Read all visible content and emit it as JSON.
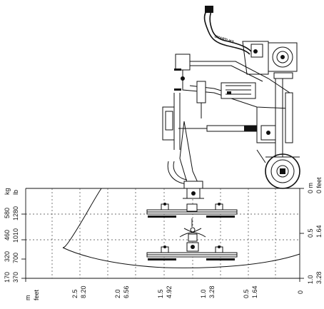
{
  "x_axis": {
    "unit_m": "m",
    "unit_ft": "feet",
    "ticks": [
      {
        "m": "2.5",
        "ft": "8.20"
      },
      {
        "m": "2.0",
        "ft": "6.56"
      },
      {
        "m": "1.5",
        "ft": "4.92"
      },
      {
        "m": "1.0",
        "ft": "3.28"
      },
      {
        "m": "0.5",
        "ft": "1.64"
      },
      {
        "m": "0",
        "ft": ""
      }
    ]
  },
  "y_axis_left": {
    "unit_kg": "kg",
    "unit_lb": "lb",
    "ticks": [
      {
        "kg": "580",
        "lb": "1280"
      },
      {
        "kg": "460",
        "lb": "1010"
      },
      {
        "kg": "320",
        "lb": "700"
      },
      {
        "kg": "170",
        "lb": "370"
      }
    ]
  },
  "y_axis_right": {
    "ticks": [
      {
        "m": "0 m",
        "ft": "0 feet"
      },
      {
        "m": "0.5",
        "ft": "1.64"
      },
      {
        "m": "1.0",
        "ft": "3.28"
      }
    ]
  },
  "machine_decal": "SMARTLIFT"
}
